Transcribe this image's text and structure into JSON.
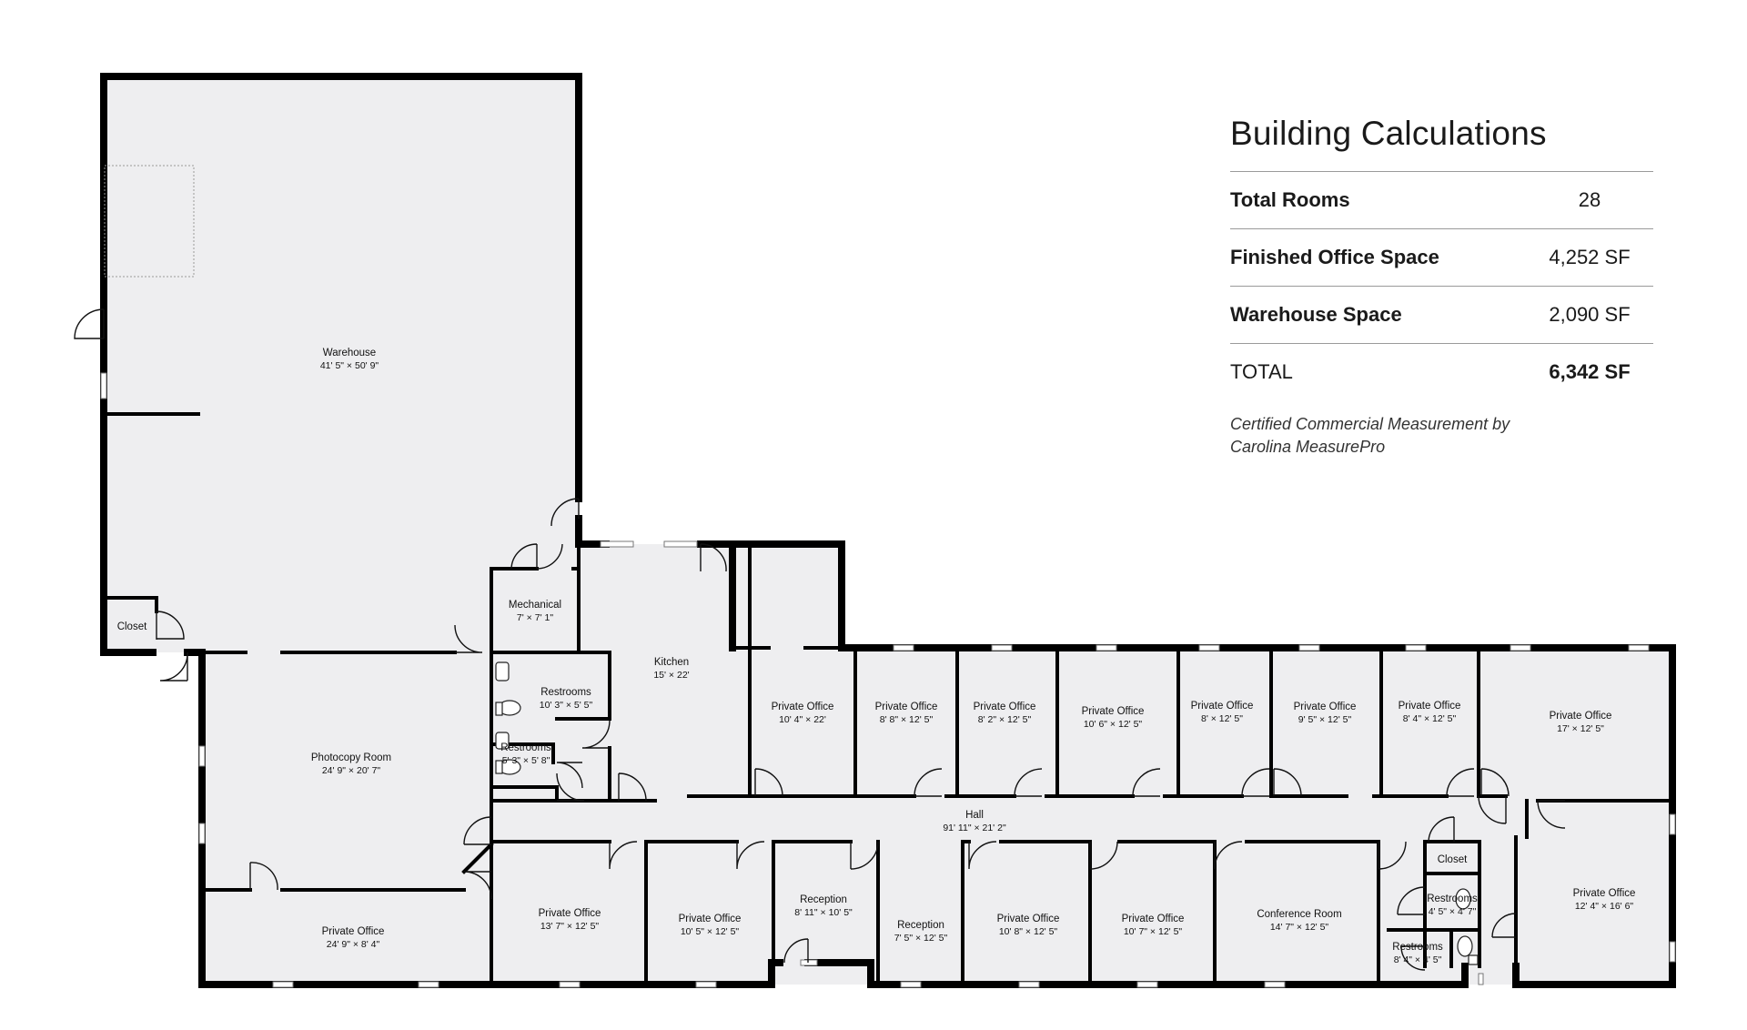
{
  "calculations": {
    "title": "Building Calculations",
    "rows": [
      {
        "label": "Total Rooms",
        "value": "28"
      },
      {
        "label": "Finished Office Space",
        "value": "4,252 SF"
      },
      {
        "label": "Warehouse Space",
        "value": "2,090 SF"
      },
      {
        "label": "TOTAL",
        "value": "6,342 SF"
      }
    ],
    "note": "Certified Commercial Measurement by Carolina MeasurePro"
  },
  "rooms": {
    "warehouse": {
      "name": "Warehouse",
      "dims": "41' 5\" × 50' 9\""
    },
    "closet_w": {
      "name": "Closet"
    },
    "mechanical": {
      "name": "Mechanical",
      "dims": "7' × 7' 1\""
    },
    "kitchen": {
      "name": "Kitchen",
      "dims": "15' × 22'"
    },
    "photocopy": {
      "name": "Photocopy Room",
      "dims": "24' 9\" × 20' 7\""
    },
    "restroom1": {
      "name": "Restrooms",
      "dims": "10' 3\" × 5' 5\""
    },
    "restroom2": {
      "name": "Restrooms",
      "dims": "5' 3\" × 5' 8\""
    },
    "po_t1": {
      "name": "Private Office",
      "dims": "10' 4\" × 22'"
    },
    "po_t2": {
      "name": "Private Office",
      "dims": "8' 8\" × 12' 5\""
    },
    "po_t3": {
      "name": "Private Office",
      "dims": "8' 2\" × 12' 5\""
    },
    "po_t4": {
      "name": "Private Office",
      "dims": "10' 6\" × 12' 5\""
    },
    "po_t5": {
      "name": "Private Office",
      "dims": "8' × 12' 5\""
    },
    "po_t6": {
      "name": "Private Office",
      "dims": "9' 5\" × 12' 5\""
    },
    "po_t7": {
      "name": "Private Office",
      "dims": "8' 4\" × 12' 5\""
    },
    "po_t8": {
      "name": "Private Office",
      "dims": "17' × 12' 5\""
    },
    "hall": {
      "name": "Hall",
      "dims": "91' 11\" × 21' 2\""
    },
    "po_b0": {
      "name": "Private Office",
      "dims": "24' 9\" × 8' 4\""
    },
    "po_b1": {
      "name": "Private Office",
      "dims": "13' 7\" × 12' 5\""
    },
    "po_b2": {
      "name": "Private Office",
      "dims": "10' 5\" × 12' 5\""
    },
    "reception1": {
      "name": "Reception",
      "dims": "8' 11\" × 10' 5\""
    },
    "reception2": {
      "name": "Reception",
      "dims": "7' 5\" × 12' 5\""
    },
    "po_b3": {
      "name": "Private Office",
      "dims": "10' 8\" × 12' 5\""
    },
    "po_b4": {
      "name": "Private Office",
      "dims": "10' 7\" × 12' 5\""
    },
    "conference": {
      "name": "Conference Room",
      "dims": "14' 7\" × 12' 5\""
    },
    "closet_e": {
      "name": "Closet"
    },
    "restroom3": {
      "name": "Restrooms",
      "dims": "4' 5\" × 4' 7\""
    },
    "restroom4": {
      "name": "Restrooms",
      "dims": "8' 4\" × 4' 5\""
    },
    "po_e": {
      "name": "Private Office",
      "dims": "12' 4\" × 16' 6\""
    }
  }
}
